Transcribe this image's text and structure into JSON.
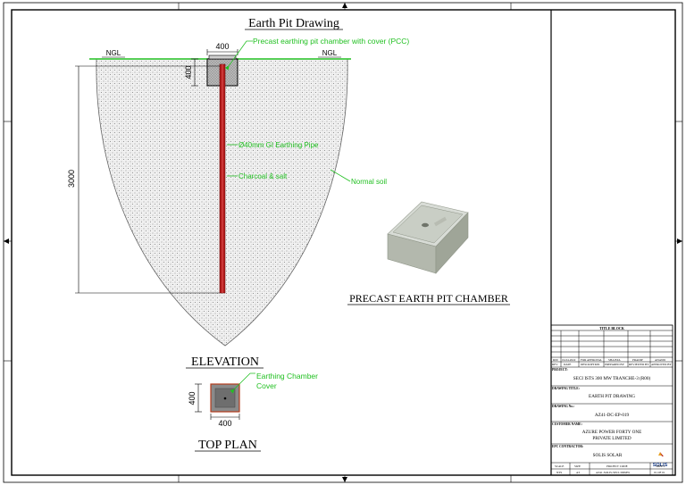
{
  "drawing": {
    "title": "Earth Pit Drawing",
    "ngl_left": "NGL",
    "ngl_right": "NGL",
    "dim_chamber_width": "400",
    "dim_chamber_height": "400",
    "dim_depth": "3000",
    "callout_precast": "Precast earthing pit chamber with cover (PCC)",
    "callout_pipe": "Ø40mm GI Earthing Pipe",
    "callout_charcoal": "Charcoal & salt",
    "callout_soil": "Normal soil",
    "elevation_label": "ELEVATION",
    "photo_caption": "PRECAST EARTH PIT CHAMBER",
    "top_plan": {
      "callout_cover_line1": "Earthing Chamber",
      "callout_cover_line2": "Cover",
      "dim_width": "400",
      "dim_height": "400",
      "label": "TOP PLAN"
    }
  },
  "title_block": {
    "heading": "TITLE BLOCK",
    "rev_headers": [
      "REV",
      "DATE",
      "DESCRIPTION",
      "PREPARED BY",
      "REVIEWED BY",
      "APPROVED BY"
    ],
    "rev_row": [
      "R00",
      "19-04-2022",
      "FOR APPROVAL",
      "SHAISTA",
      "PRADIP",
      "ANAND"
    ],
    "project_label": "PROJECT:",
    "project_value": "SECI ISTS 300 MW TRANCHE-3 (R00)",
    "drawing_title_label": "DRAWING TITLE:",
    "drawing_title_value": "EARTH PIT DRAWING",
    "drawing_no_label": "DRAWING No.:",
    "drawing_no_value": "AZ41-DC-EP-019",
    "customer_label": "CUSTOMER NAME:",
    "customer_value_line1": "AZURE POWER FORTY ONE",
    "customer_value_line2": "PRIVATE LIMITED",
    "epc_label": "EPC CONTRACTOR:",
    "epc_value": "SOLIS SOLAR",
    "logo_text": "SOLIS",
    "footer_headers": [
      "SCALE",
      "SIZE",
      "PROJECT CODE",
      "SHEET"
    ],
    "footer_values": [
      "NTS",
      "A3",
      "AZ41-SOLIS-SECI-300MW",
      "01 OF 01"
    ]
  }
}
